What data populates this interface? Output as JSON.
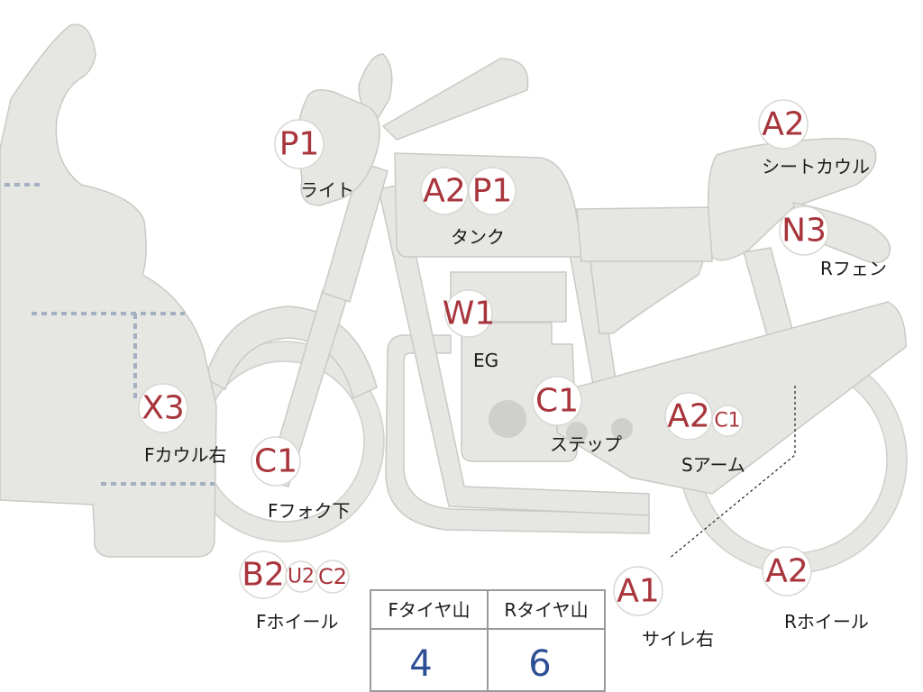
{
  "badges": [
    {
      "id": "light-code",
      "code": "P1"
    },
    {
      "id": "tank-code-1",
      "code": "A2"
    },
    {
      "id": "tank-code-2",
      "code": "P1"
    },
    {
      "id": "seatcowl-code",
      "code": "A2"
    },
    {
      "id": "rfender-code",
      "code": "N3"
    },
    {
      "id": "engine-code",
      "code": "W1"
    },
    {
      "id": "step-code",
      "code": "C1"
    },
    {
      "id": "swingarm-code-1",
      "code": "A2"
    },
    {
      "id": "swingarm-code-2",
      "code": "C1"
    },
    {
      "id": "fcowl-code",
      "code": "X3"
    },
    {
      "id": "ffork-code",
      "code": "C1"
    },
    {
      "id": "fwheel-code-1",
      "code": "B2"
    },
    {
      "id": "fwheel-code-2",
      "code": "U2"
    },
    {
      "id": "fwheel-code-3",
      "code": "C2"
    },
    {
      "id": "silencer-code",
      "code": "A1"
    },
    {
      "id": "rwheel-code",
      "code": "A2"
    }
  ],
  "labels": {
    "light": "ライト",
    "tank": "タンク",
    "seat_cowl": "シートカウル",
    "r_fender": "Rフェン",
    "engine": "EG",
    "step": "ステップ",
    "swing_arm": "Sアーム",
    "f_cowl_right": "Fカウル右",
    "f_fork_lower": "Fフォク下",
    "f_wheel": "Fホイール",
    "silencer_right": "サイレ右",
    "r_wheel": "Rホイール"
  },
  "tire_table": {
    "headers": [
      "Fタイヤ山",
      "Rタイヤ山"
    ],
    "values": [
      "4",
      "6"
    ]
  },
  "colors": {
    "part_fill": "#e6e6e3",
    "part_stroke": "#c9c9c5",
    "code_text": "#a8353c",
    "value_text": "#2e4f95",
    "label_text": "#1a1a1a"
  }
}
